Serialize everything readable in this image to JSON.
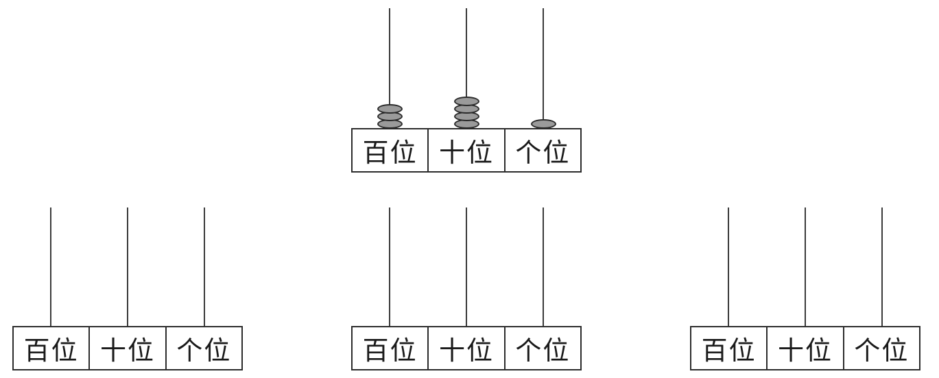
{
  "place_labels": [
    "百位",
    "十位",
    "个位"
  ],
  "colors": {
    "bead": "#9a9a9a",
    "line": "#2b2b2b"
  },
  "abaci": [
    {
      "id": "example",
      "beads": [
        3,
        4,
        1
      ]
    },
    {
      "id": "blank-1",
      "beads": [
        0,
        0,
        0
      ]
    },
    {
      "id": "blank-2",
      "beads": [
        0,
        0,
        0
      ]
    },
    {
      "id": "blank-3",
      "beads": [
        0,
        0,
        0
      ]
    }
  ]
}
